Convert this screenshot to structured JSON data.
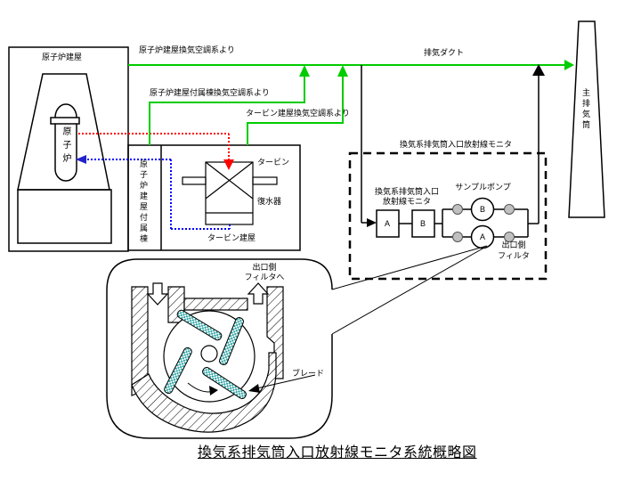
{
  "title": "換気系排気筒入口放射線モニタ系統概略図",
  "reactor_building": {
    "label": "原子炉建屋",
    "vessel": "原子炉",
    "annex": "原子炉建屋付属棟"
  },
  "turbine_building": {
    "label": "タービン建屋",
    "turbine": "タービン",
    "condenser": "復水器"
  },
  "stack": {
    "label": "主排気筒"
  },
  "duct": {
    "label": "排気ダクト"
  },
  "sources": {
    "reactor": "原子炉建屋換気空調系より",
    "annex": "原子炉建屋付属棟換気空調系より",
    "turbine": "タービン建屋換気空調系より"
  },
  "monitor": {
    "title": "換気系排気筒入口放射線モニタ",
    "label_line1": "換気系排気筒入口",
    "label_line2": "放射線モニタ",
    "box_a": "A",
    "box_b": "B",
    "pump_label": "サンプルポンプ",
    "pump_b": "B",
    "pump_a": "A",
    "filter_line1": "出口側",
    "filter_line2": "フィルタ"
  },
  "fan": {
    "outlet_line1": "出口側",
    "outlet_line2": "フィルタへ",
    "blade": "ブレード"
  },
  "colors": {
    "duct_green": "#00cc00",
    "steam_red": "#ff0000",
    "condensate_blue": "#0000ff",
    "valve_gray": "#c0c0c0",
    "blade_teal": "#2da3a3"
  }
}
